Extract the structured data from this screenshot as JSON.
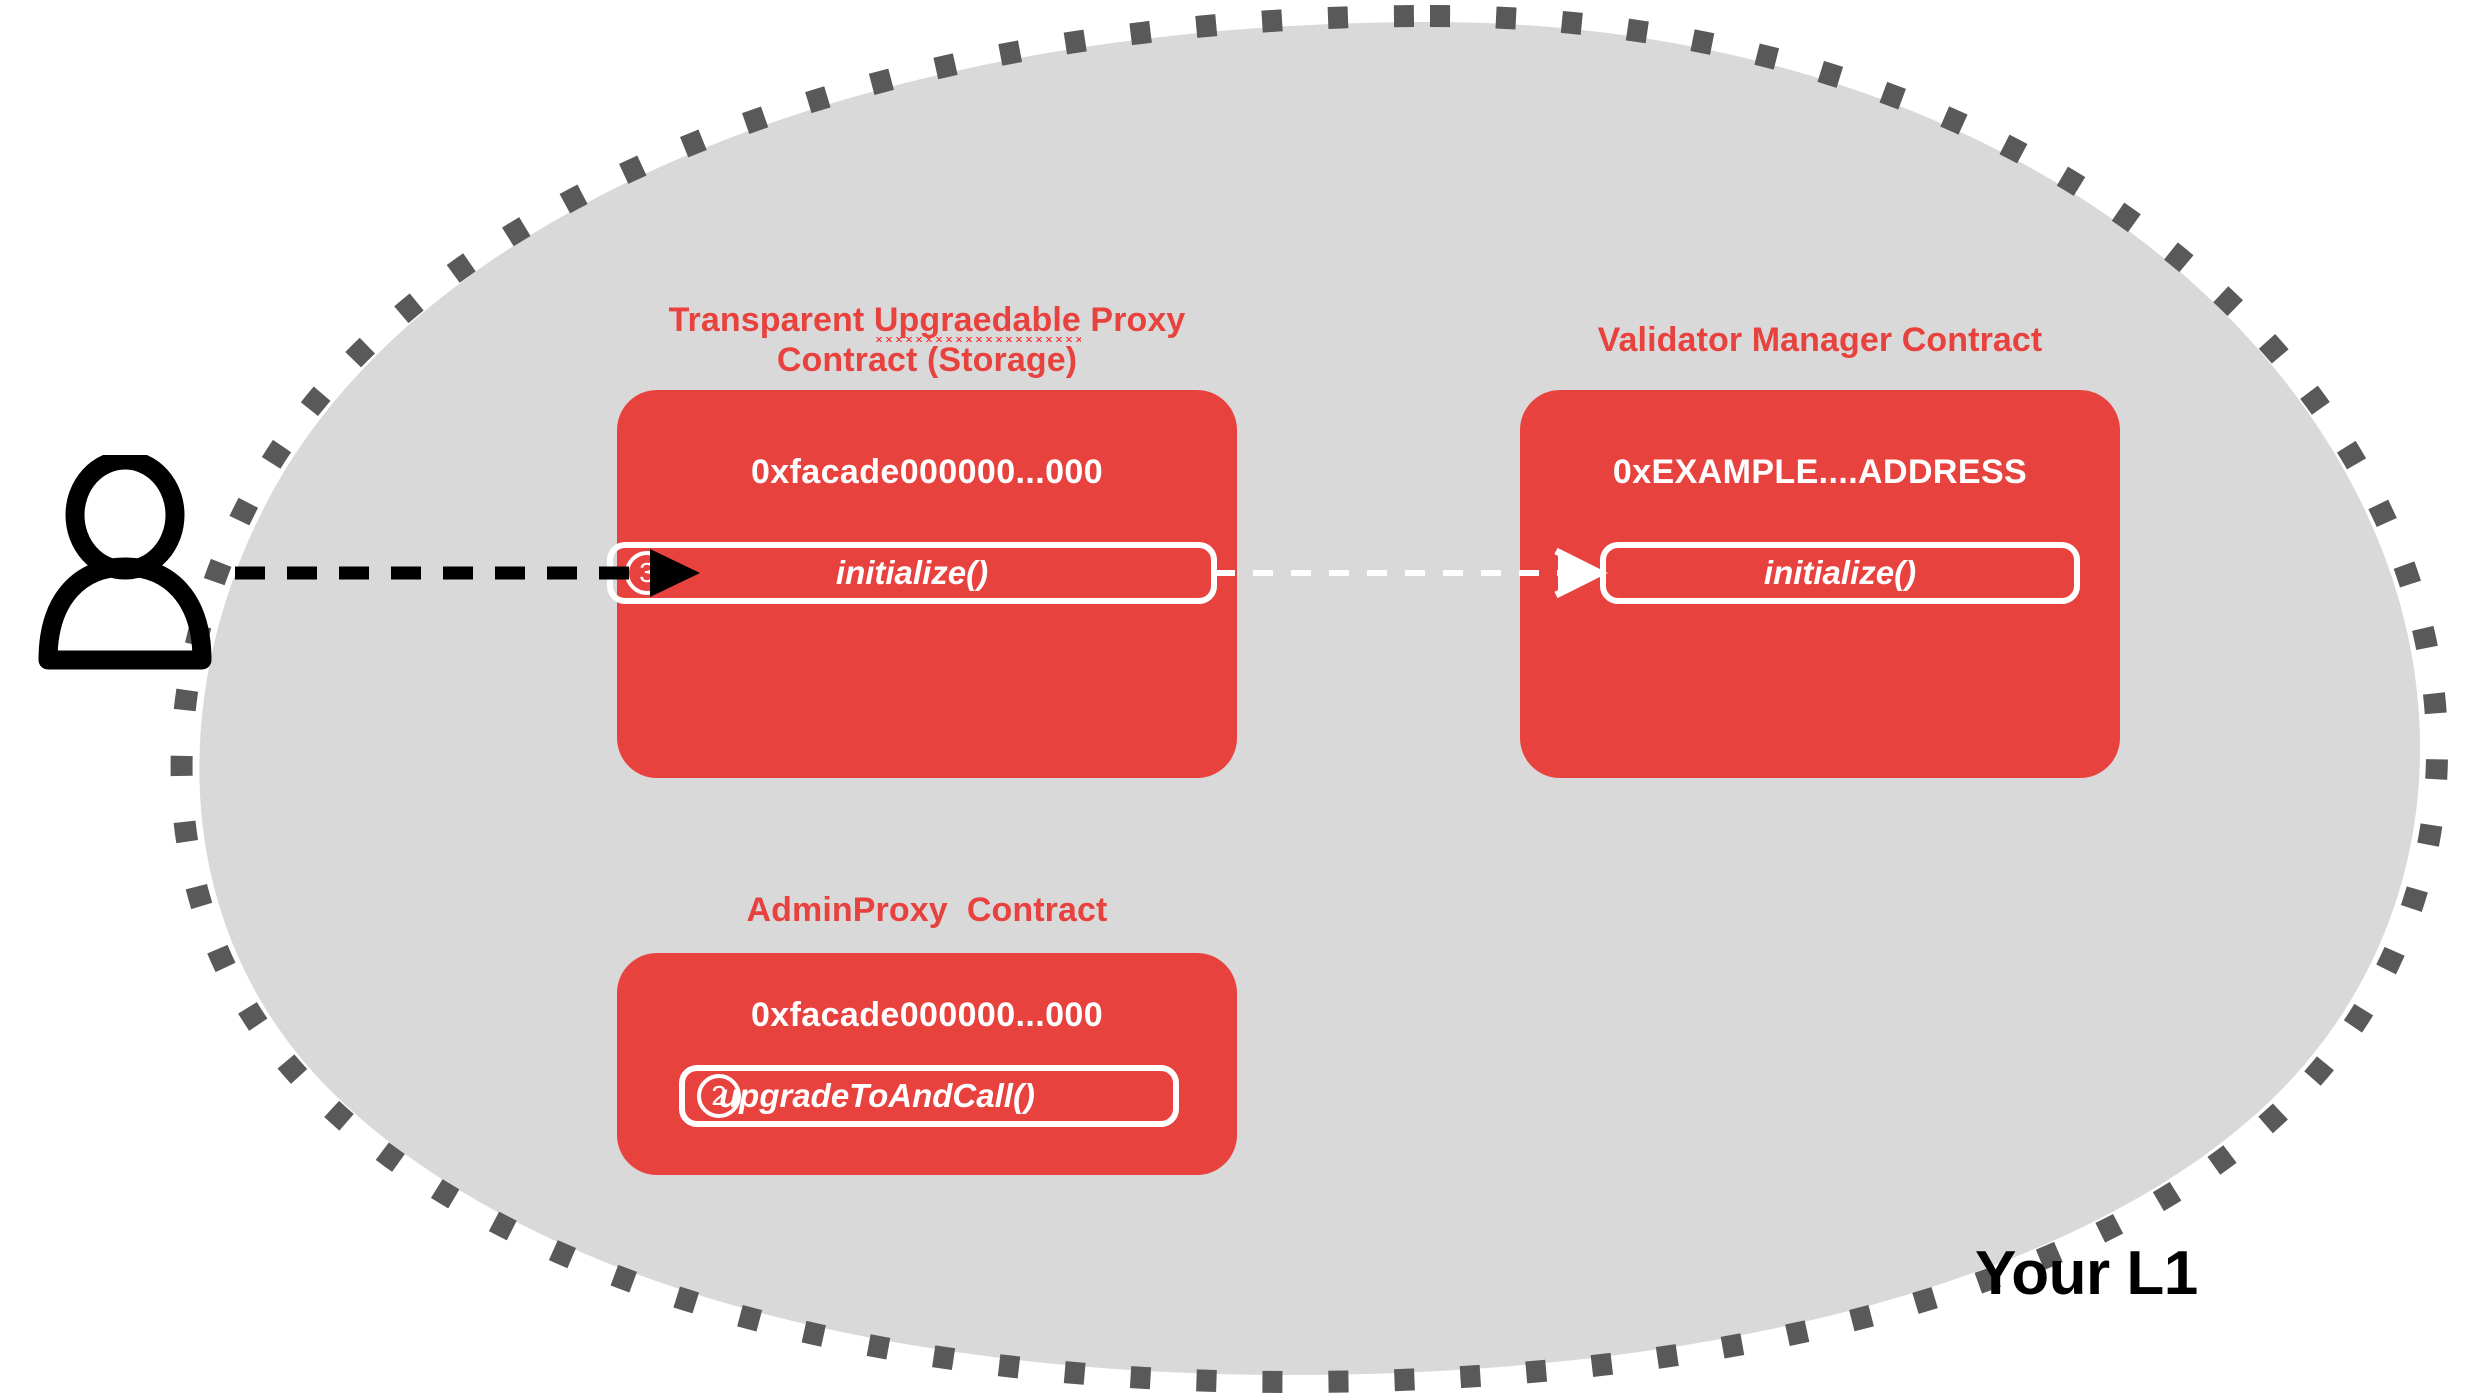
{
  "diagram": {
    "title": "Your L1",
    "environment_label": "Your L1",
    "actor": {
      "icon": "user-person-icon"
    },
    "colors": {
      "contract_red": "#E8423F",
      "blob_fill": "#D9D9D9",
      "blob_border": "#595959",
      "white": "#FFFFFF",
      "black": "#000000",
      "spellcheck_underline": "#FF2B2B"
    },
    "contracts": [
      {
        "id": "transparent-upgradeable-proxy",
        "title_line1_before": "Transparent ",
        "title_line1_misspelled": "Upgraedable",
        "title_line1_after": " Proxy",
        "title_line2": "Contract (Storage)",
        "title_full": "Transparent Upgraedable Proxy Contract (Storage)",
        "address": "0xfacade000000...000",
        "methods": [
          {
            "step": "3",
            "name": "initialize()"
          }
        ]
      },
      {
        "id": "validator-manager",
        "title_full": "Validator Manager Contract",
        "address": "0xEXAMPLE....ADDRESS",
        "methods": [
          {
            "step": "",
            "name": "initialize()"
          }
        ]
      },
      {
        "id": "admin-proxy",
        "title_full": "AdminProxy  Contract",
        "address": "0xfacade000000...000",
        "methods": [
          {
            "step": "2",
            "name": "upgradeToAndCall()"
          }
        ]
      }
    ],
    "arrows": [
      {
        "id": "user-to-proxy",
        "style": "dashed-black",
        "from": "user",
        "to": "transparent-upgradeable-proxy.initialize()"
      },
      {
        "id": "proxy-to-validator-manager",
        "style": "dashed-white",
        "from": "transparent-upgradeable-proxy.initialize()",
        "to": "validator-manager.initialize()"
      }
    ]
  }
}
